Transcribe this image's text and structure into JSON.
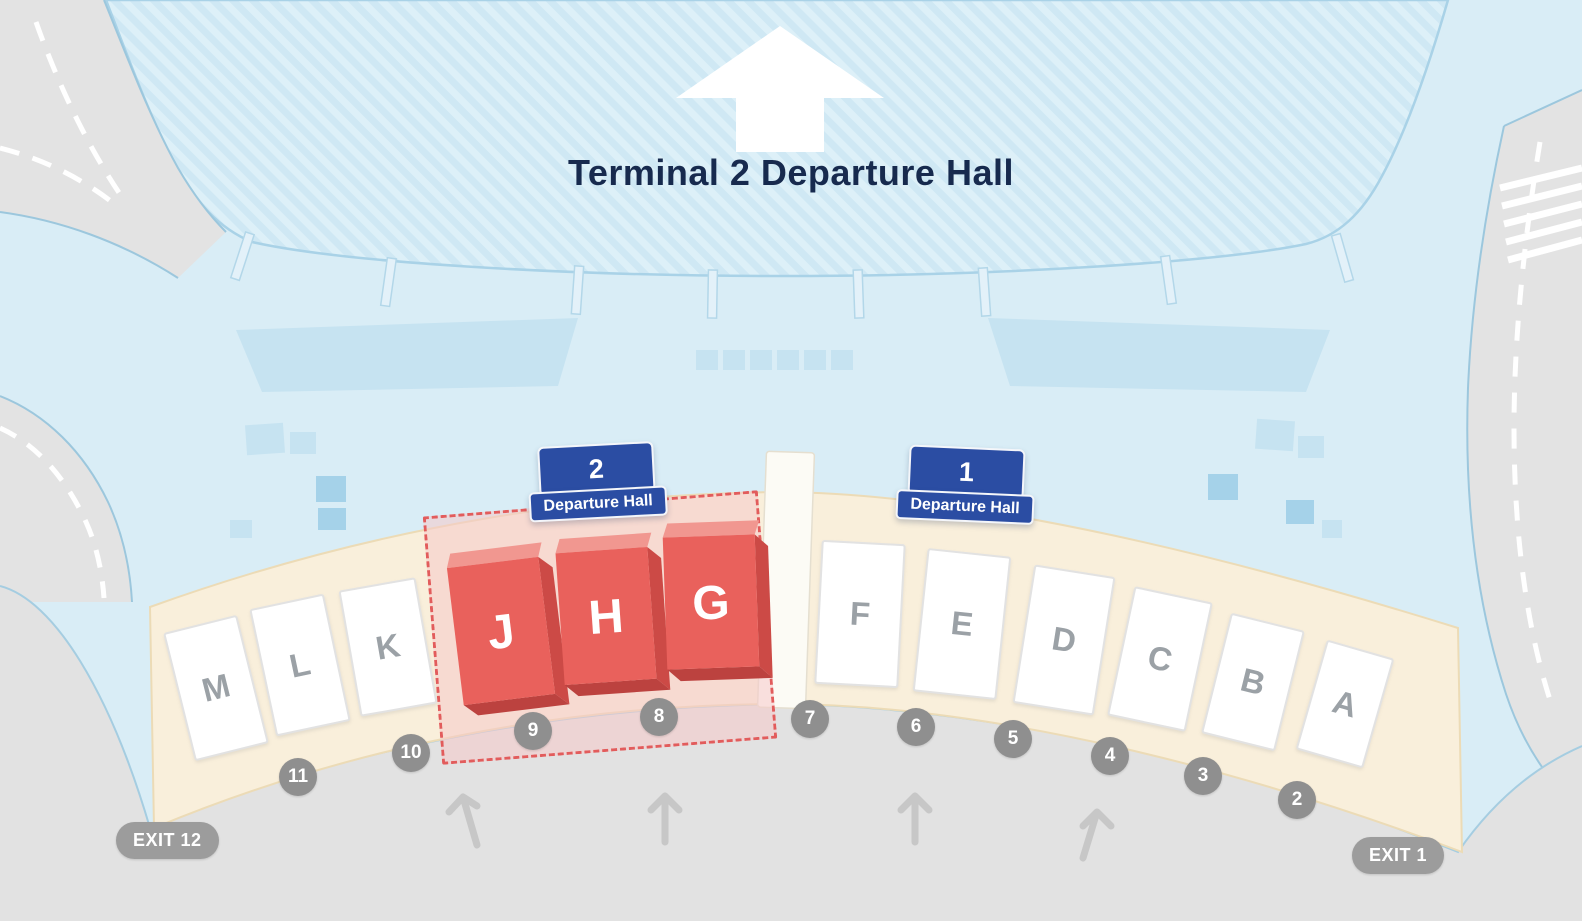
{
  "title": "Terminal 2 Departure Hall",
  "signs": [
    {
      "number": "2",
      "label": "Departure Hall"
    },
    {
      "number": "1",
      "label": "Departure Hall"
    }
  ],
  "zones": {
    "left": [
      "M",
      "L",
      "K"
    ],
    "highlight": [
      "J",
      "H",
      "G"
    ],
    "right": [
      "F",
      "E",
      "D",
      "C",
      "B",
      "A"
    ]
  },
  "gates": [
    "11",
    "10",
    "9",
    "8",
    "7",
    "6",
    "5",
    "4",
    "3",
    "2"
  ],
  "exits": {
    "left": "EXIT 12",
    "right": "EXIT 1"
  },
  "colors": {
    "highlight_red": "#e9615c",
    "highlight_border": "#e25c5c",
    "sign_blue": "#2b4da3",
    "band_cream": "#f9efdb",
    "badge_gray": "#8f8f8f",
    "exit_gray": "#9c9c9c",
    "title_navy": "#172a4e",
    "terminal_blue": "#cfe8f4"
  }
}
